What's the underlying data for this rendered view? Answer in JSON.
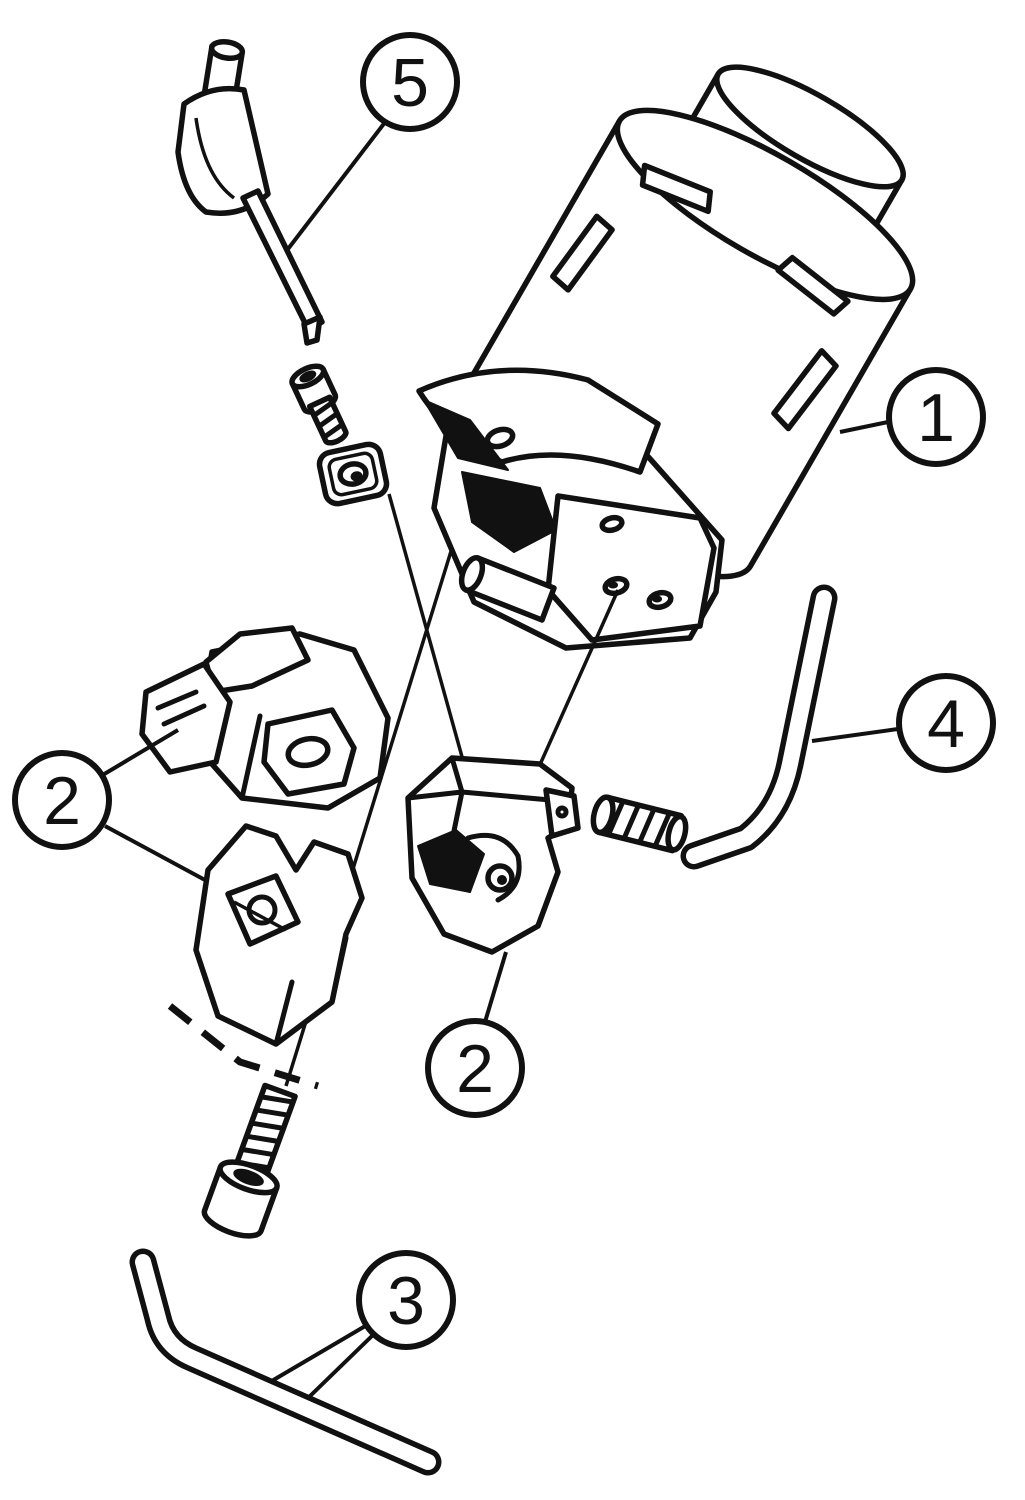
{
  "figure": {
    "type": "exploded-assembly-diagram",
    "background_color": "#ffffff",
    "line_color": "#111111",
    "callouts": [
      {
        "label": "5",
        "points_to": "torque-screwdriver-insert-screw"
      },
      {
        "label": "1",
        "points_to": "cutting-unit-body"
      },
      {
        "label": "2",
        "points_to": "left-cartridges"
      },
      {
        "label": "4",
        "points_to": "set-screw-hex-key"
      },
      {
        "label": "2",
        "points_to": "center-cartridge"
      },
      {
        "label": "3",
        "points_to": "clamp-screw-hex-key"
      }
    ]
  }
}
